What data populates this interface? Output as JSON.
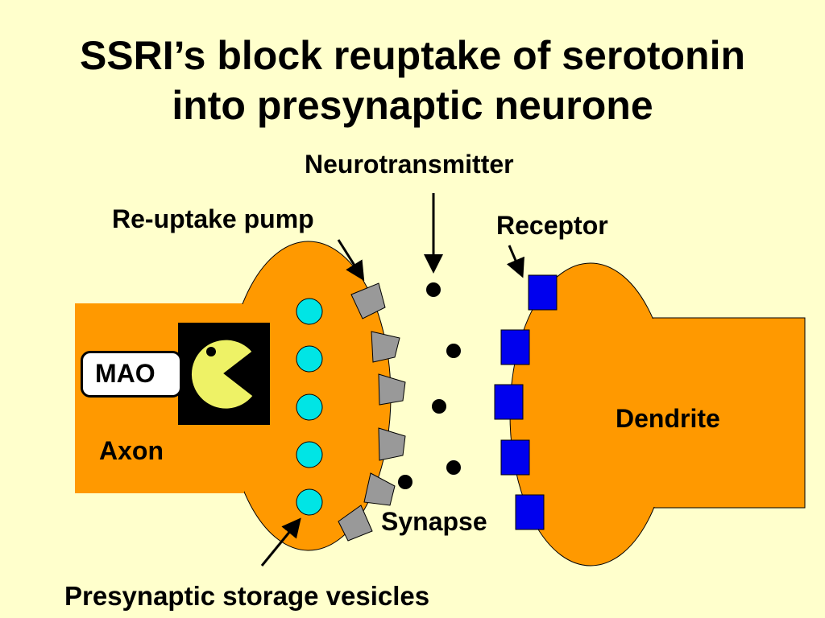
{
  "title": {
    "line1": "SSRI’s block reuptake of serotonin",
    "line2": "into presynaptic neurone"
  },
  "labels": {
    "neurotransmitter": "Neurotransmitter",
    "reuptake_pump": "Re-uptake pump",
    "receptor": "Receptor",
    "mao": "MAO",
    "dendrite": "Dendrite",
    "axon": "Axon",
    "synapse": "Synapse",
    "vesicles": "Presynaptic storage vesicles"
  },
  "colors": {
    "background": "#FFFFCC",
    "neuron": "#FF9900",
    "vesicle": "#00E5E5",
    "receptor": "#0000EE",
    "pump": "#999999",
    "pacman": "#EEF266",
    "pacman_box": "#000000"
  },
  "icons": [
    "pacman-icon"
  ]
}
